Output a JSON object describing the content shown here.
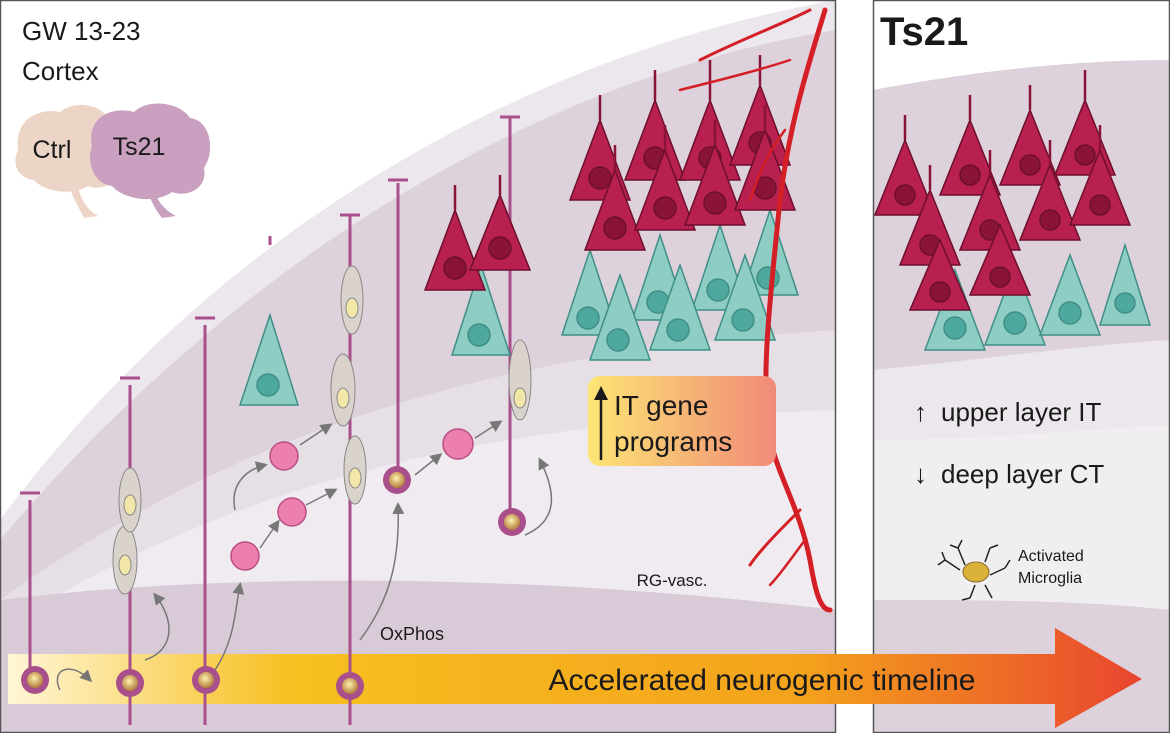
{
  "left_panel": {
    "stage_label": "GW 13-23",
    "region_label": "Cortex",
    "brain_ctrl_label": "Ctrl",
    "brain_ts21_label": "Ts21",
    "it_gene_box": {
      "arrow": "up",
      "line1": "IT gene",
      "line2": "programs"
    },
    "rg_vasc_label": "RG-vasc.",
    "oxphos_label": "OxPhos",
    "timeline_label": "Accelerated neurogenic timeline"
  },
  "right_panel": {
    "title": "Ts21",
    "upper_arrow": "↑",
    "upper_text": "upper layer IT",
    "deep_arrow": "↓",
    "deep_text": "deep layer CT",
    "microglia_line1": "Activated",
    "microglia_line2": "Microglia"
  },
  "colors": {
    "it_neuron": "#b8204f",
    "ct_neuron": "#8ecdc4",
    "radial_glia": "#a94f8c",
    "vessel": "#d41f26",
    "timeline_start": "#fff3c4",
    "timeline_mid": "#f6b61a",
    "timeline_end": "#e8452f",
    "progenitor": "#ec7fae",
    "microglia": "#d9b23a"
  }
}
